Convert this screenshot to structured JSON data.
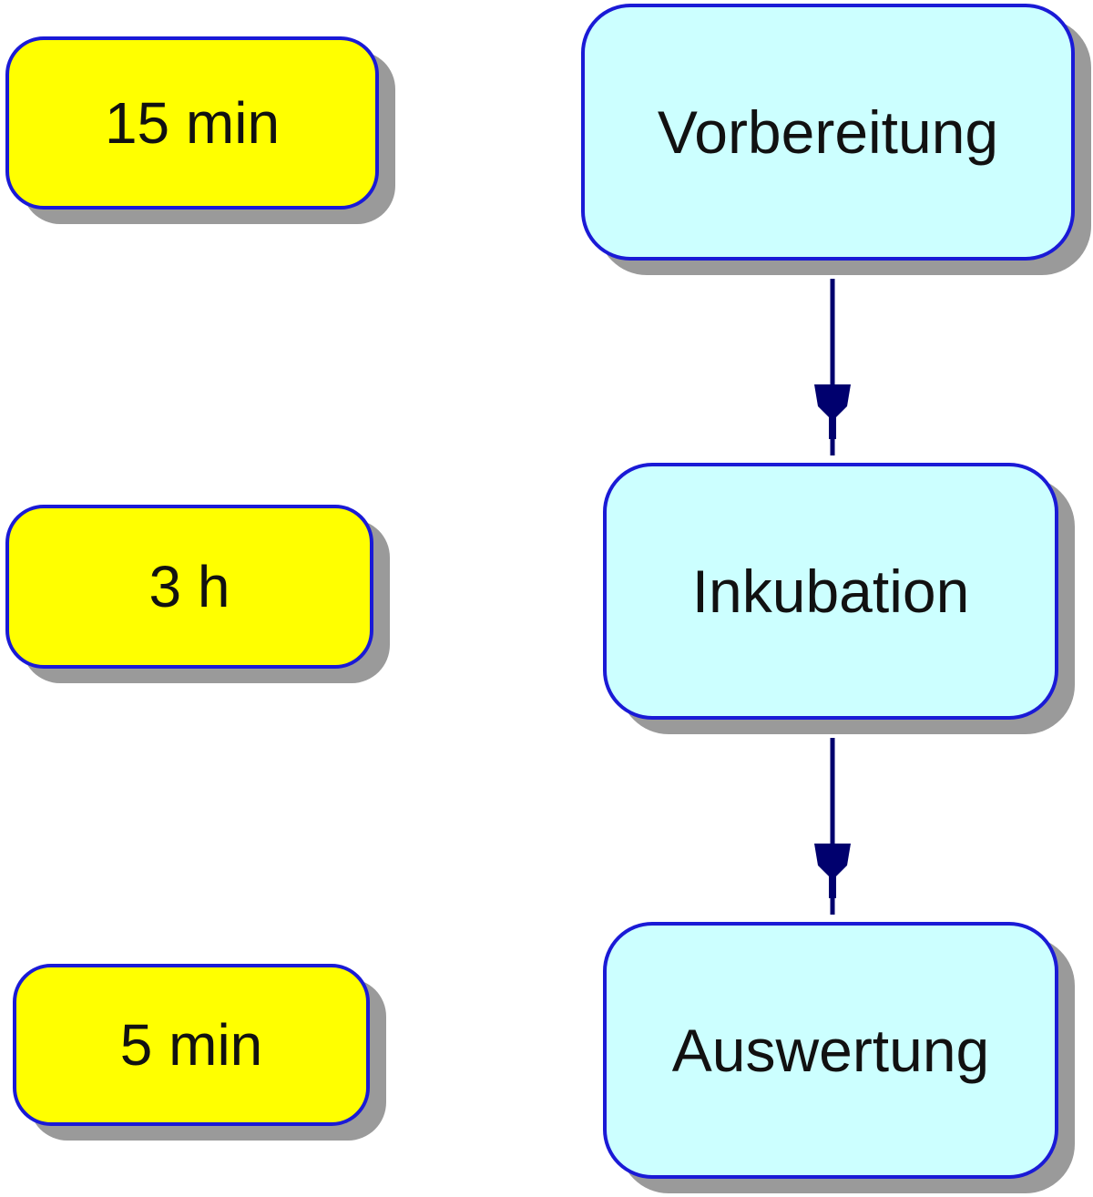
{
  "durations": [
    {
      "label": "15 min"
    },
    {
      "label": "3 h"
    },
    {
      "label": "5 min"
    }
  ],
  "steps": [
    {
      "label": "Vorbereitung"
    },
    {
      "label": "Inkubation"
    },
    {
      "label": "Auswertung"
    }
  ],
  "colors": {
    "duration_fill": "#ffff00",
    "step_fill": "#ccffff",
    "border": "#1a1ad6",
    "connector": "#00006e",
    "shadow": "#9a9a9a"
  }
}
